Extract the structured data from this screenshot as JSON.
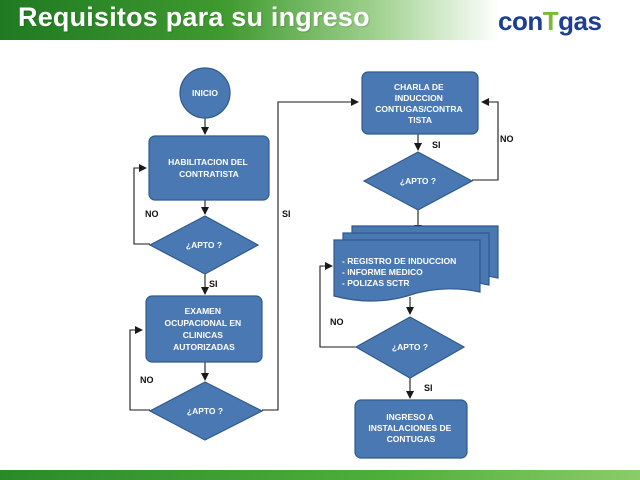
{
  "header": {
    "title": "Requisitos para su ingreso",
    "logo_prefix": "con",
    "logo_mark": "T",
    "logo_suffix": "gas"
  },
  "colors": {
    "shape_fill": "#4a78b2",
    "shape_stroke": "#2f5a8c",
    "header_green": "#1f7a22",
    "logo_blue": "#1d3f8f",
    "logo_green": "#7cb83a"
  },
  "flow": {
    "inicio": "INICIO",
    "habilitacion": [
      "HABILITACION DEL",
      "CONTRATISTA"
    ],
    "apto1": "¿APTO ?",
    "examen": [
      "EXAMEN",
      "OCUPACIONAL EN",
      "CLINICAS",
      "AUTORIZADAS"
    ],
    "apto2": "¿APTO ?",
    "charla": [
      "CHARLA DE",
      "INDUCCION",
      "CONTUGAS/CONTRA",
      "TISTA"
    ],
    "apto3": "¿APTO ?",
    "documentos": [
      "- REGISTRO DE INDUCCION",
      "- INFORME MEDICO",
      "- POLIZAS SCTR"
    ],
    "apto4": "¿APTO ?",
    "ingreso": [
      "INGRESO A",
      "INSTALACIONES DE",
      "CONTUGAS"
    ]
  },
  "branches": {
    "no1": "NO",
    "si1": "SI",
    "no2": "NO",
    "si2": "SI",
    "no3": "NO",
    "si3": "SI",
    "no4": "NO",
    "si4": "SI"
  }
}
